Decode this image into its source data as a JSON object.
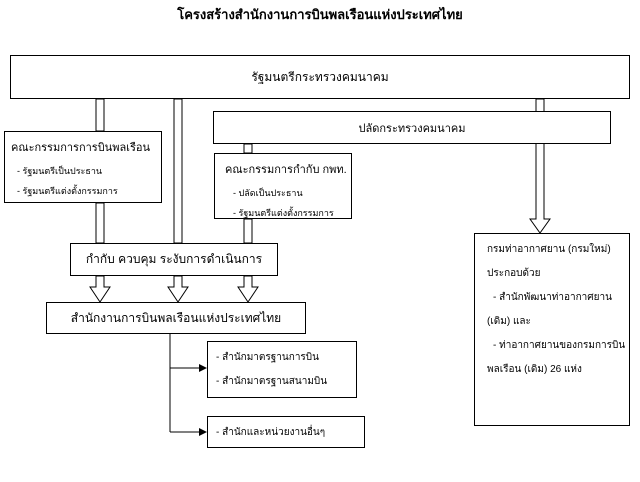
{
  "title": "โครงสร้างสำนักงานการบินพลเรือนแห่งประเทศไทย",
  "minister": "รัฐมนตรีกระทรวงคมนาคม",
  "permanent_secretary": "ปลัดกระทรวงคมนาคม",
  "civil_aviation_board": {
    "name": "คณะกรรมการการบินพลเรือน",
    "items": [
      "- รัฐมนตรีเป็นประธาน",
      "- รัฐมนตรีแต่งตั้งกรรมการ"
    ]
  },
  "supervisory_committee": {
    "name": "คณะกรรมการกำกับ กพท.",
    "items": [
      "- ปลัดเป็นประธาน",
      "- รัฐมนตรีแต่งตั้งกรรมการ"
    ]
  },
  "supervision": "กำกับ ควบคุม ระงับการดำเนินการ",
  "caat": "สำนักงานการบินพลเรือนแห่งประเทศไทย",
  "standards_offices": [
    "- สำนักมาตรฐานการบิน",
    "- สำนักมาตรฐานสนามบิน"
  ],
  "other_offices": "- สำนักและหน่วยงานอื่นๆ",
  "airports_dept": {
    "lines": [
      "กรมท่าอากาศยาน (กรมใหม่)",
      "ประกอบด้วย",
      "- สำนักพัฒนาท่าอากาศยาน",
      "(เดิม) และ",
      "- ท่าอากาศยานของกรมการบิน",
      "พลเรือน (เดิม) 26 แห่ง"
    ]
  }
}
